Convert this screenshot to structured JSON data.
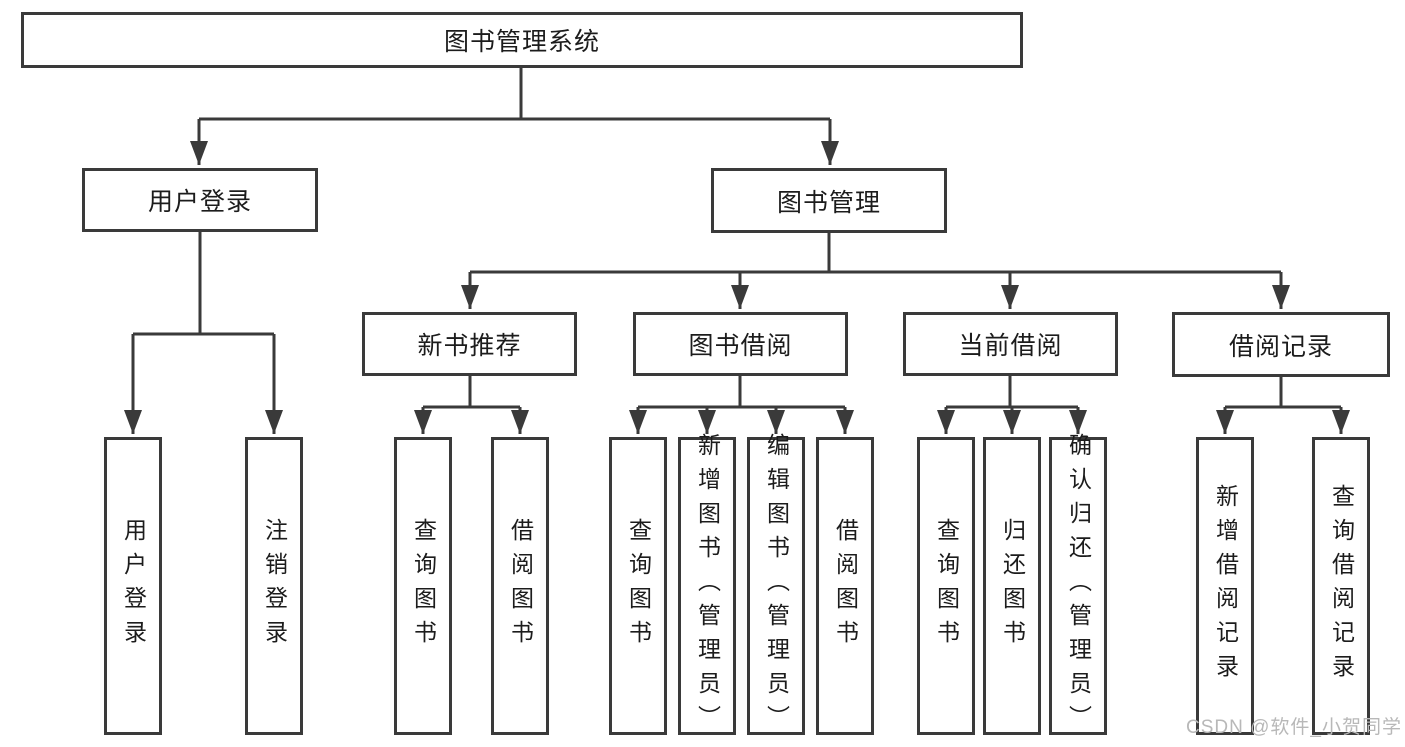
{
  "diagram_title": "图书管理系统",
  "tree": {
    "root": {
      "label": "图书管理系统",
      "children": [
        {
          "label": "用户登录",
          "children": [
            {
              "label": "用户登录"
            },
            {
              "label": "注销登录"
            }
          ]
        },
        {
          "label": "图书管理",
          "children": [
            {
              "label": "新书推荐",
              "children": [
                {
                  "label": "查询图书"
                },
                {
                  "label": "借阅图书"
                }
              ]
            },
            {
              "label": "图书借阅",
              "children": [
                {
                  "label": "查询图书"
                },
                {
                  "label": "新增图书（管理员）"
                },
                {
                  "label": "编辑图书（管理员）"
                },
                {
                  "label": "借阅图书"
                }
              ]
            },
            {
              "label": "当前借阅",
              "children": [
                {
                  "label": "查询图书"
                },
                {
                  "label": "归还图书"
                },
                {
                  "label": "确认归还（管理员）"
                }
              ]
            },
            {
              "label": "借阅记录",
              "children": [
                {
                  "label": "新增借阅记录"
                },
                {
                  "label": "查询借阅记录"
                }
              ]
            }
          ]
        }
      ]
    }
  },
  "watermark": "CSDN @软件_小贺同学",
  "colors": {
    "line": "#3a3a3a",
    "text": "#1c1c1c",
    "background": "#ffffff",
    "watermark": "#b8b8b8"
  }
}
